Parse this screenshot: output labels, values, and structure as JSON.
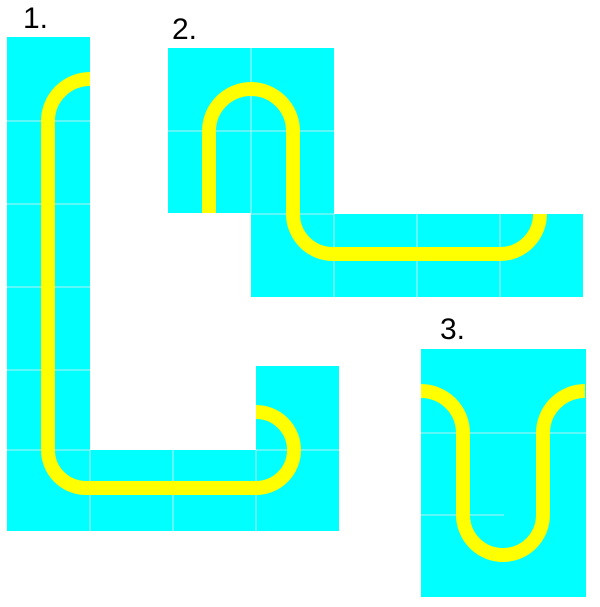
{
  "puzzles": [
    {
      "label": "1."
    },
    {
      "label": "2."
    },
    {
      "label": "3."
    }
  ],
  "colors": {
    "tile": "#00FFFF",
    "pipe": "#FFFF00",
    "seam": "#BDEFF0",
    "background": "#FFFFFF"
  }
}
